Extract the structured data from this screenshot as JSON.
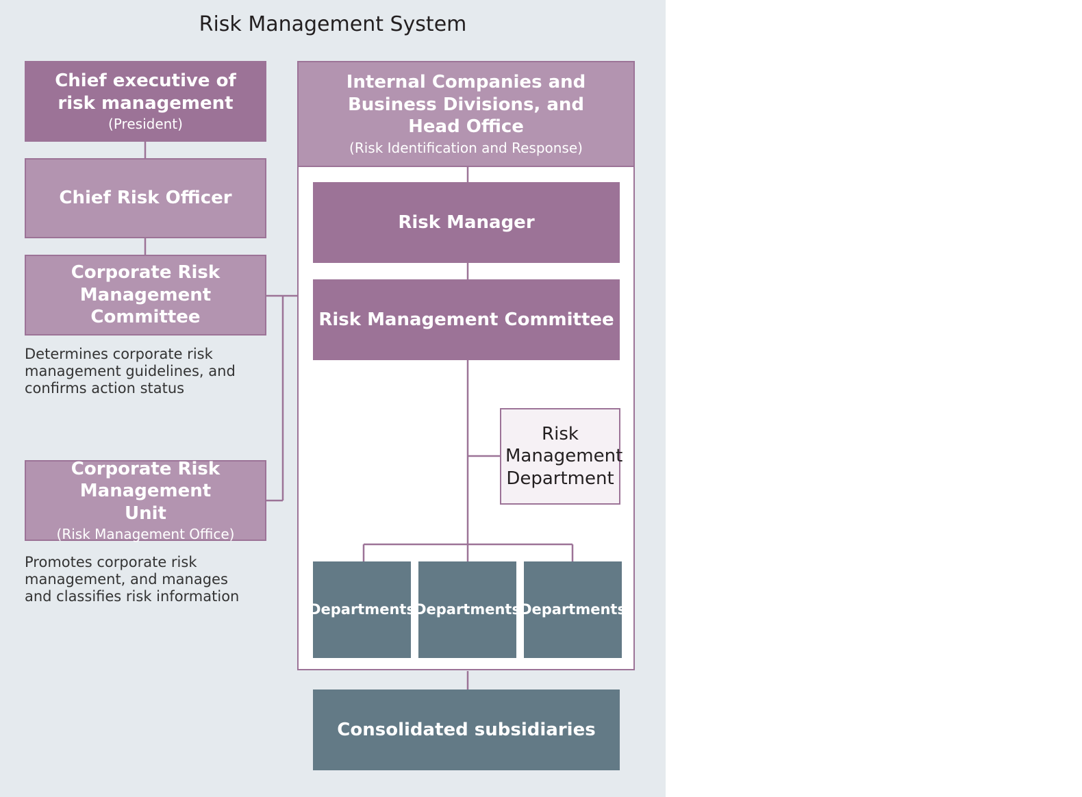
{
  "title": "Risk Management System",
  "left": {
    "chief_executive": {
      "title": "Chief executive of risk management",
      "subtitle": "(President)"
    },
    "chief_risk_officer": {
      "title": "Chief Risk Officer"
    },
    "corporate_committee": {
      "title": "Corporate Risk Management Committee",
      "description": "Determines corporate risk management guidelines, and confirms action status"
    },
    "corporate_unit": {
      "title": "Corporate Risk Management Unit",
      "subtitle": "(Risk Management Office)",
      "description": "Promotes corporate risk management, and manages and classifies risk information"
    }
  },
  "right": {
    "header": {
      "title": "Internal Companies and Business Divisions, and Head Office",
      "subtitle": "(Risk Identification and Response)"
    },
    "risk_manager": "Risk Manager",
    "risk_committee": "Risk Management Committee",
    "risk_department": "Risk Management Department",
    "departments": [
      "Departments",
      "Departments",
      "Departments"
    ]
  },
  "subsidiaries": "Consolidated subsidiaries",
  "colors": {
    "background": "#e5eaee",
    "dark_purple": "#9c7397",
    "light_purple": "#b394b0",
    "slate": "#637a86",
    "pale": "#f6f1f5"
  }
}
